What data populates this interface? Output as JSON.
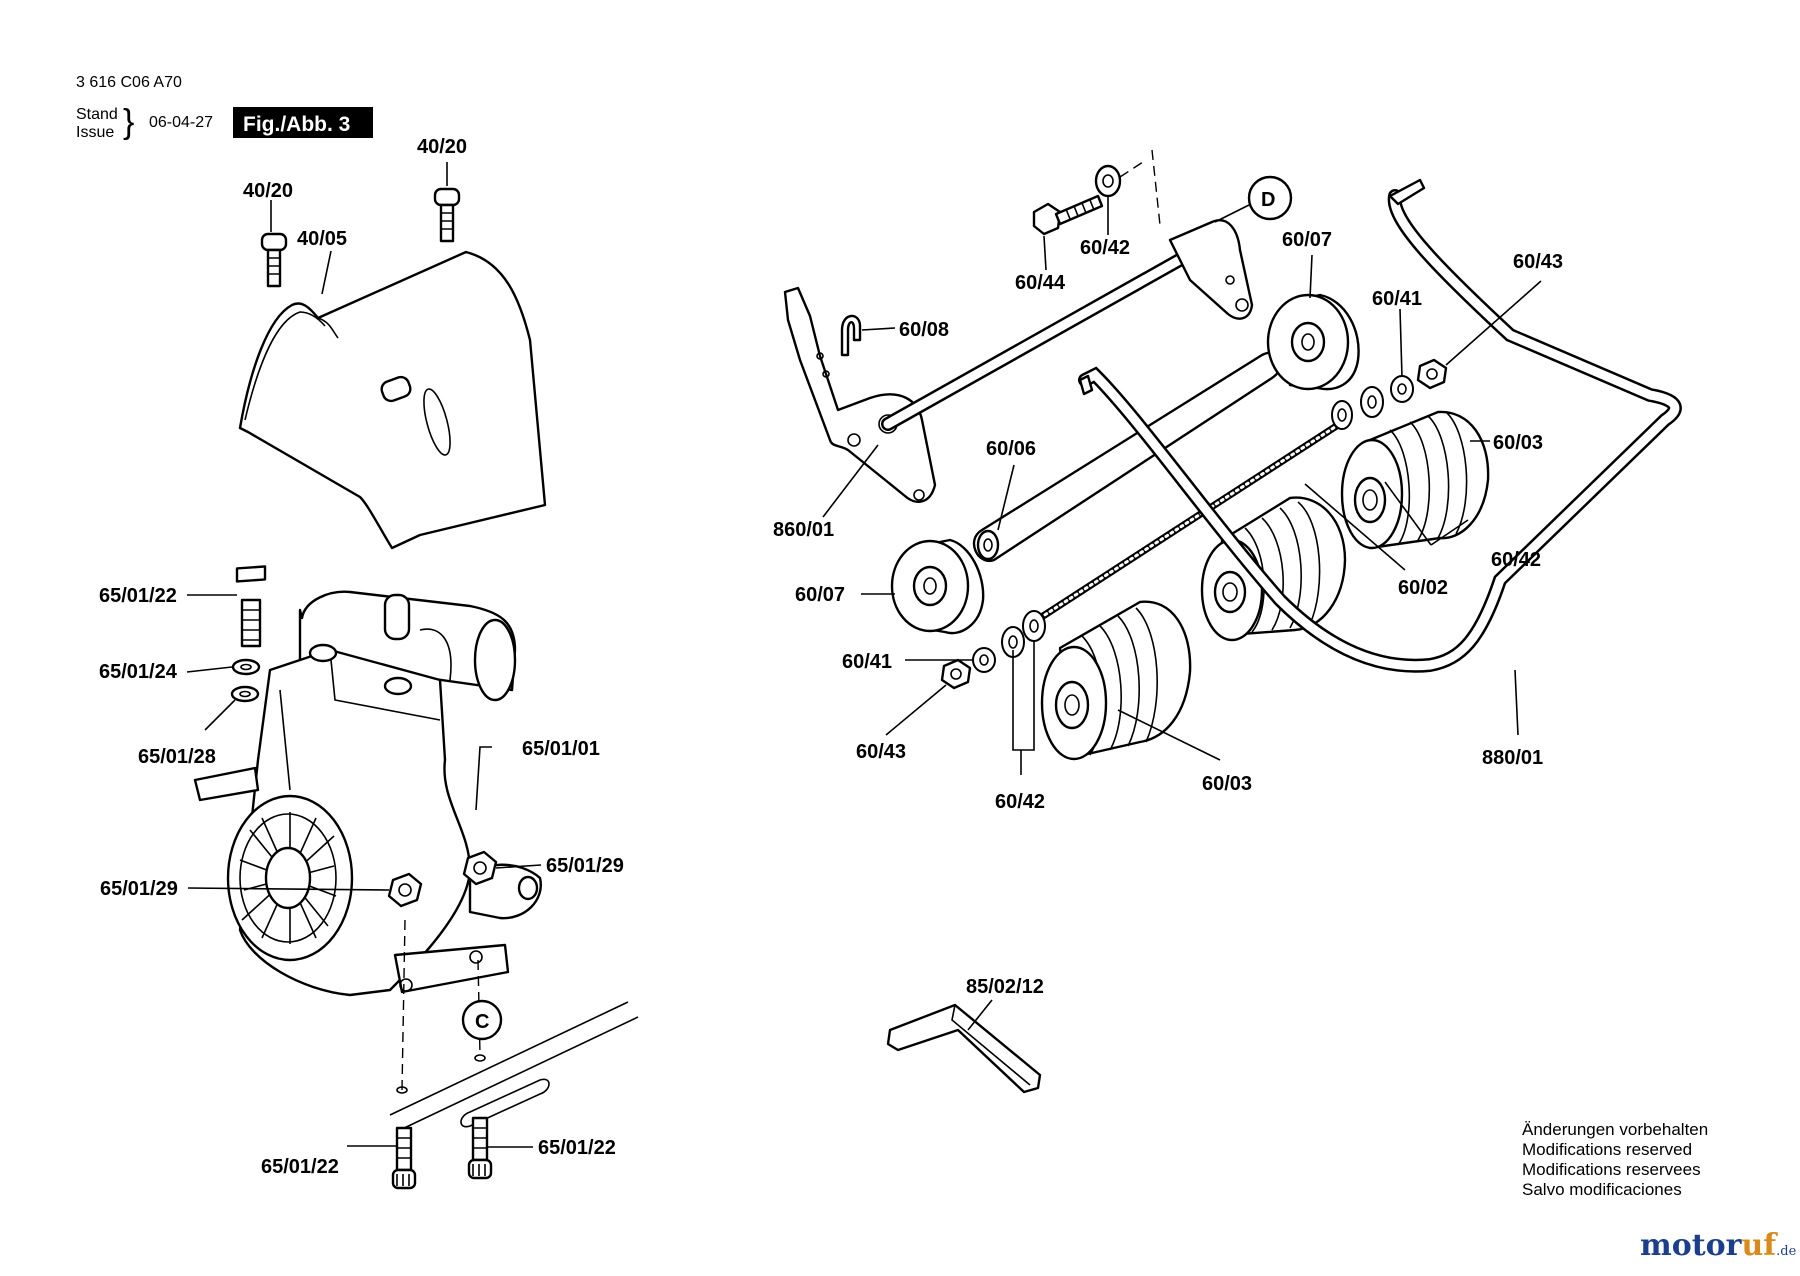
{
  "header": {
    "doc_number": "3 616 C06 A70",
    "stand_label": "Stand",
    "issue_label": "Issue",
    "brace": "}",
    "date": "06-04-27",
    "figure_label": "Fig./Abb. 3"
  },
  "labels": {
    "p40_20_a": "40/20",
    "p40_20_b": "40/20",
    "p40_05": "40/05",
    "p65_01_22_top": "65/01/22",
    "p65_01_24": "65/01/24",
    "p65_01_28": "65/01/28",
    "p65_01_01": "65/01/01",
    "p65_01_29_right": "65/01/29",
    "p65_01_29_left": "65/01/29",
    "ref_c": "C",
    "p65_01_22_bottom_left": "65/01/22",
    "p65_01_22_bottom_right": "65/01/22",
    "ref_d": "D",
    "p60_44": "60/44",
    "p60_42_top": "60/42",
    "p60_08": "60/08",
    "p60_07_top": "60/07",
    "p60_41_top": "60/41",
    "p60_43_top": "60/43",
    "p60_03_top": "60/03",
    "p60_06": "60/06",
    "p860_01": "860/01",
    "p60_07_left": "60/07",
    "p60_41_left": "60/41",
    "p60_43_left": "60/43",
    "p60_42_right": "60/42",
    "p60_02": "60/02",
    "p60_42_bottom": "60/42",
    "p60_03_bottom": "60/03",
    "p880_01": "880/01",
    "p85_02_12": "85/02/12"
  },
  "notes": [
    "Änderungen vorbehalten",
    "Modifications reserved",
    "Modifications reservees",
    "Salvo modificaciones"
  ],
  "watermark": {
    "part1": "motor",
    "part2": "uf",
    "part3": ".de"
  },
  "colors": {
    "brand_blue": "#1c3f8c",
    "brand_orange": "#d98a1a"
  }
}
